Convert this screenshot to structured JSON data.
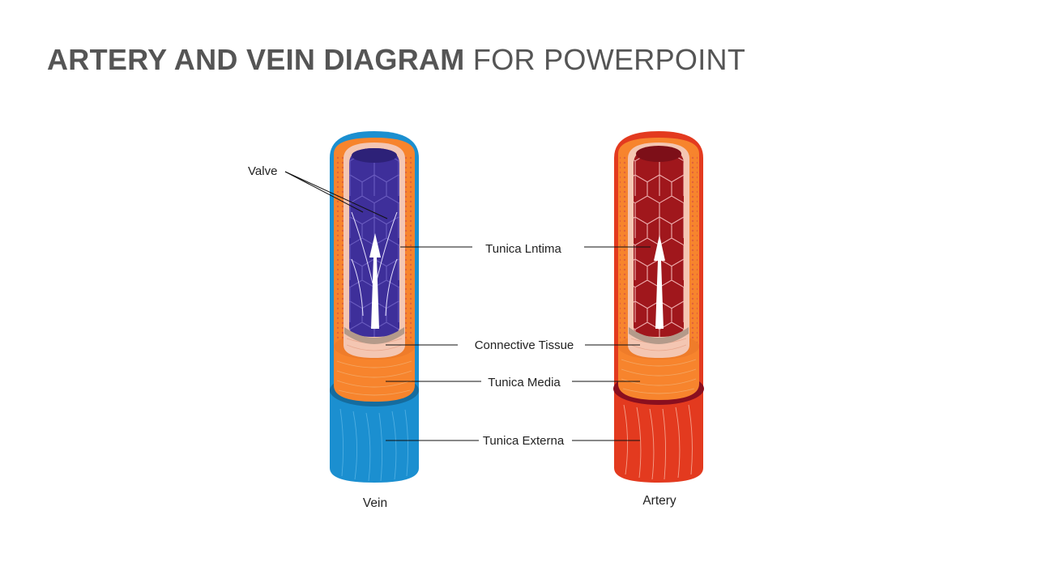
{
  "title": {
    "bold": "ARTERY AND VEIN DIAGRAM",
    "light": "FOR POWERPOINT"
  },
  "labels": {
    "valve": "Valve",
    "tunica_intima": "Tunica  Lntima",
    "connective_tissue": "Connective  Tissue",
    "tunica_media": "Tunica  Media",
    "tunica_externa": "Tunica  Externa"
  },
  "vessels": {
    "vein": {
      "name": "Vein",
      "colors": {
        "externa": "#1b8fd0",
        "externa_dark": "#156c9e",
        "media": "#f7842d",
        "intima": "#f4c6b2",
        "lumen": "#3e2f9a",
        "lumen_dark": "#2d2178"
      }
    },
    "artery": {
      "name": "Artery",
      "colors": {
        "externa": "#e33a1f",
        "externa_dark": "#8a0f1f",
        "media": "#f7842d",
        "intima": "#f4c6b2",
        "lumen": "#a0171c",
        "lumen_dark": "#7d0f18"
      }
    }
  }
}
